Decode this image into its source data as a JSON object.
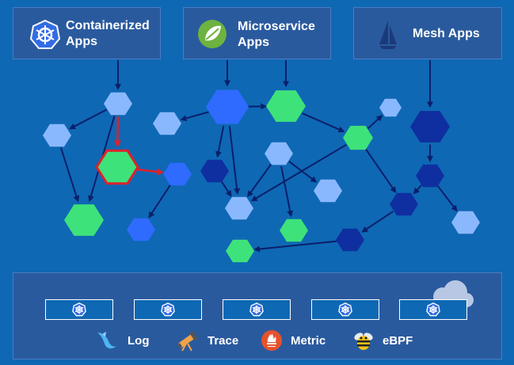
{
  "sources": [
    {
      "label": "Containerized\nApps",
      "icon": "kubernetes-icon"
    },
    {
      "label": "Microservice\nApps",
      "icon": "spring-icon"
    },
    {
      "label": "Mesh Apps",
      "icon": "istio-sail-icon"
    }
  ],
  "colors": {
    "background": "#0f68b4",
    "panel": "#2a5a9e",
    "light_node": "#8ab8ff",
    "blue_node": "#2f6bff",
    "dark_node": "#0f2fa0",
    "green_node": "#3ee27a",
    "edge": "#0a1f6b",
    "highlight": "#e0202a"
  },
  "cluster_nodes": [
    {
      "icon": "kubernetes-icon"
    },
    {
      "icon": "kubernetes-icon"
    },
    {
      "icon": "kubernetes-icon"
    },
    {
      "icon": "kubernetes-icon"
    },
    {
      "icon": "kubernetes-icon"
    }
  ],
  "legend": [
    {
      "label": "Log",
      "icon": "log-icon"
    },
    {
      "label": "Trace",
      "icon": "trace-telescope-icon"
    },
    {
      "label": "Metric",
      "icon": "prometheus-metric-icon"
    },
    {
      "label": "eBPF",
      "icon": "ebpf-bee-icon"
    }
  ],
  "cloud_icon": "cloud-icon"
}
